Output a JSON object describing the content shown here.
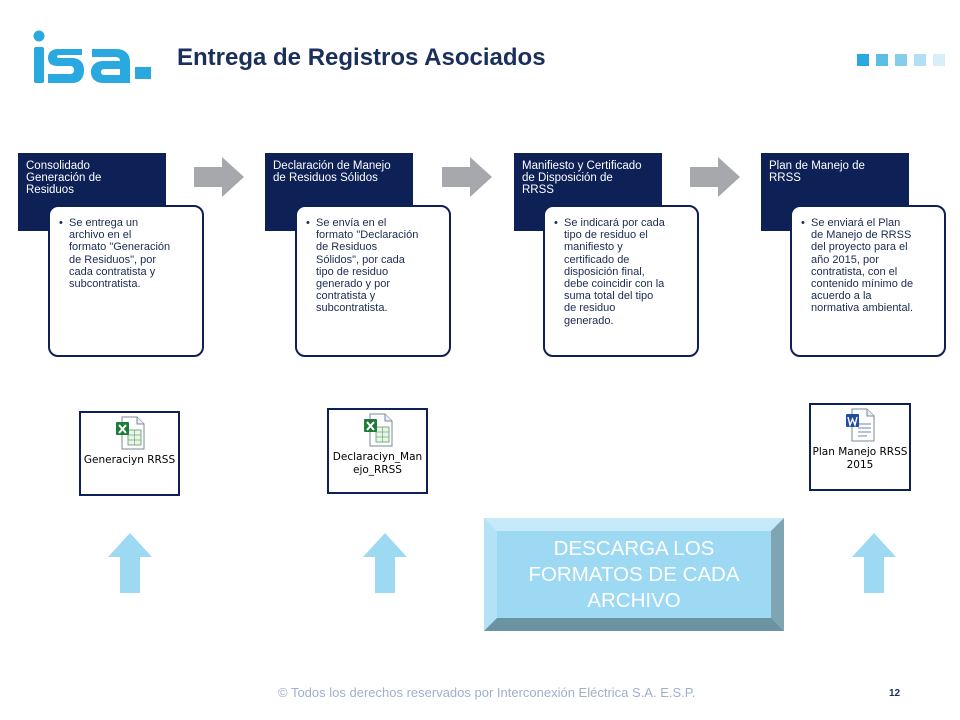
{
  "header": {
    "title": "Entrega de Registros Asociados",
    "brand_colors": {
      "navy": "#0d2156",
      "cyan": "#2aa8e0",
      "light_cyan": "#9dd9f3"
    }
  },
  "steps": [
    {
      "header_lines": [
        "Consolidado",
        "Generación  de",
        "Residuos"
      ],
      "bullet": "•",
      "body_lines": [
        "Se entrega un",
        "archivo en el",
        "formato \"Generación",
        "de Residuos\", por",
        "cada contratista y",
        "subcontratista."
      ]
    },
    {
      "header_lines": [
        "Declaración de Manejo",
        "de Residuos Sólidos"
      ],
      "bullet": "•",
      "body_lines": [
        "Se envía en el",
        "formato \"Declaración",
        "de Residuos",
        "Sólidos\", por cada",
        "tipo de residuo",
        "generado y por",
        "contratista y",
        "subcontratista."
      ]
    },
    {
      "header_lines": [
        "Manifiesto y Certificado",
        "de Disposición de",
        "RRSS"
      ],
      "bullet": "•",
      "body_lines": [
        "Se indicará por cada",
        "tipo de residuo el",
        "manifiesto y",
        "certificado de",
        "disposición final,",
        "debe coincidir con la",
        "suma total del tipo",
        "de residuo",
        "generado."
      ]
    },
    {
      "header_lines": [
        "Plan de Manejo de",
        "RRSS"
      ],
      "bullet": "•",
      "body_lines": [
        "Se enviará el Plan",
        "de Manejo de RRSS",
        "del proyecto para el",
        "año 2015, por",
        "contratista, con el",
        "contenido mínimo de",
        "acuerdo a la",
        "normativa ambiental."
      ]
    }
  ],
  "files": [
    {
      "icon": "excel-file-icon",
      "name_lines": [
        "Generaciyn RRSS"
      ]
    },
    {
      "icon": "excel-file-icon",
      "name_lines": [
        "Declaraciyn_Man",
        "ejo_RRSS"
      ]
    },
    {
      "icon": "word-file-icon",
      "name_lines": [
        "Plan Manejo RRSS",
        "2015"
      ]
    }
  ],
  "download_button": {
    "label_lines": [
      "DESCARGA LOS",
      "FORMATOS DE CADA",
      "ARCHIVO"
    ]
  },
  "footer": {
    "copyright": "© Todos los derechos reservados por Interconexión Eléctrica S.A. E.S.P.",
    "page_number": "12"
  }
}
